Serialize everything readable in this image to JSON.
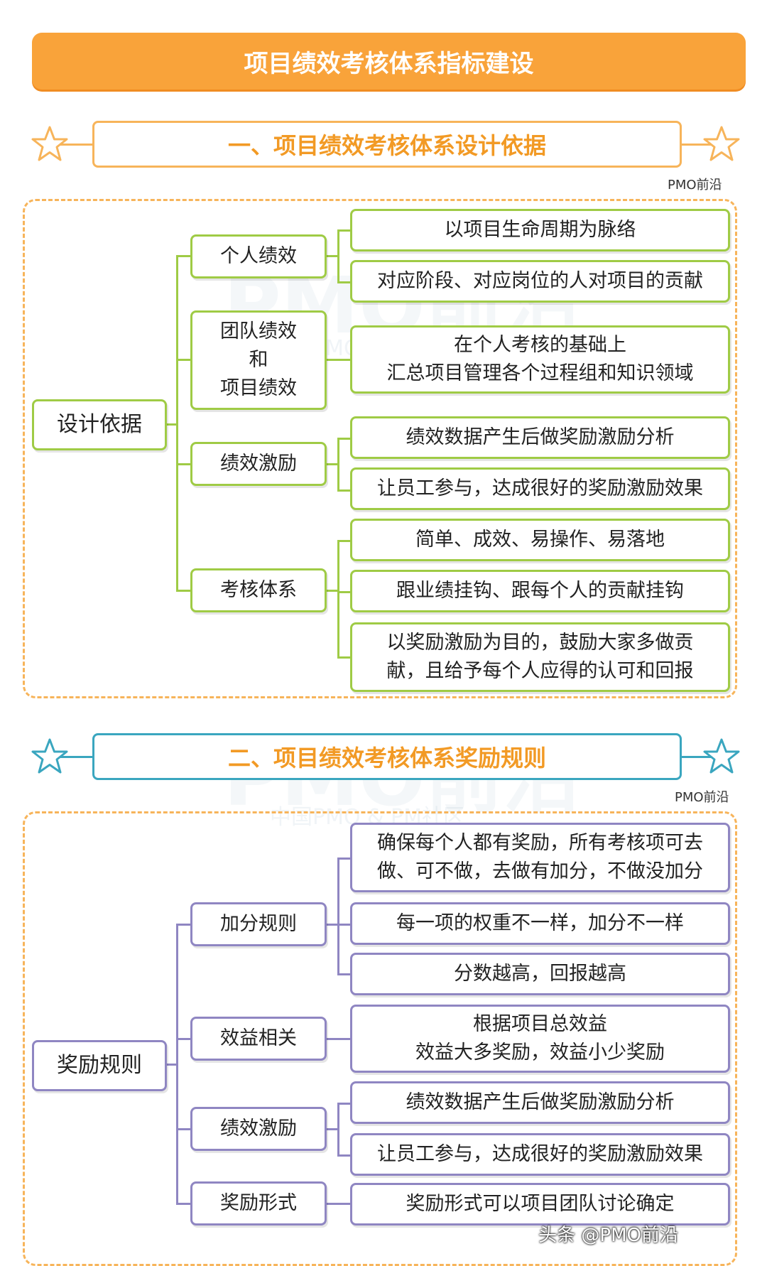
{
  "title": "项目绩效考核体系指标建设",
  "credit": "PMO前沿",
  "watermark": {
    "main": "PMO前沿",
    "sub": "中国PMO & PM社区"
  },
  "footer": "头条 @PMO前沿",
  "colors": {
    "banner": "#f9a33a",
    "section1_border": "#f7b45a",
    "section2_border": "#3aa6bf",
    "branch_green": "#9fcb45",
    "branch_purple": "#8f86c2"
  },
  "section1": {
    "heading": "一、项目绩效考核体系设计依据",
    "root": "设计依据",
    "branches": [
      {
        "label": "个人绩效",
        "leaves": [
          "以项目生命周期为脉络",
          "对应阶段、对应岗位的人对项目的贡献"
        ]
      },
      {
        "label": [
          "团队绩效",
          "和",
          "项目绩效"
        ],
        "leaves": [
          [
            "在个人考核的基础上",
            "汇总项目管理各个过程组和知识领域"
          ]
        ]
      },
      {
        "label": "绩效激励",
        "leaves": [
          "绩效数据产生后做奖励激励分析",
          "让员工参与，达成很好的奖励激励效果"
        ]
      },
      {
        "label": "考核体系",
        "leaves": [
          "简单、成效、易操作、易落地",
          "跟业绩挂钩、跟每个人的贡献挂钩",
          [
            "以奖励激励为目的，鼓励大家多做贡",
            "献，且给予每个人应得的认可和回报"
          ]
        ]
      }
    ]
  },
  "section2": {
    "heading": "二、项目绩效考核体系奖励规则",
    "root": "奖励规则",
    "branches": [
      {
        "label": "加分规则",
        "leaves": [
          [
            "确保每个人都有奖励，所有考核项可去",
            "做、可不做，去做有加分，不做没加分"
          ],
          "每一项的权重不一样，加分不一样",
          "分数越高，回报越高"
        ]
      },
      {
        "label": "效益相关",
        "leaves": [
          [
            "根据项目总效益",
            "效益大多奖励，效益小少奖励"
          ]
        ]
      },
      {
        "label": "绩效激励",
        "leaves": [
          "绩效数据产生后做奖励激励分析",
          "让员工参与，达成很好的奖励激励效果"
        ]
      },
      {
        "label": "奖励形式",
        "leaves": [
          "奖励形式可以项目团队讨论确定"
        ]
      }
    ]
  }
}
